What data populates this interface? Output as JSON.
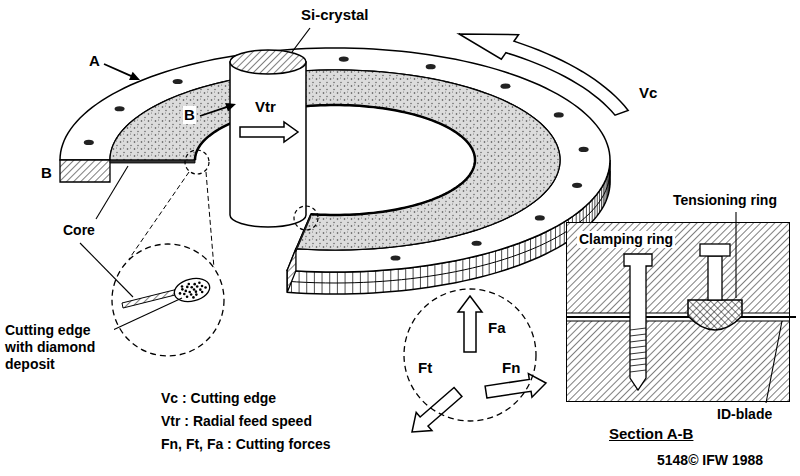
{
  "diagram": {
    "nodes": [
      {
        "text": [
          "Fa",
          "Ft",
          "Fn"
        ]
      },
      {
        "text": [
          "Clamping ring",
          "Section A-B"
        ]
      }
    ],
    "labels": [
      "Si-crystal",
      "A",
      "B",
      "B",
      "Vtr",
      "Vc",
      "Core",
      "Cutting edge with diamond deposit",
      "Vc : Cutting edge",
      "Vtr : Radial feed speed",
      "Fn, Ft, Fa : Cutting forces",
      "Tensioning ring",
      "ID-blade",
      "5148© IFW 1988"
    ]
  }
}
